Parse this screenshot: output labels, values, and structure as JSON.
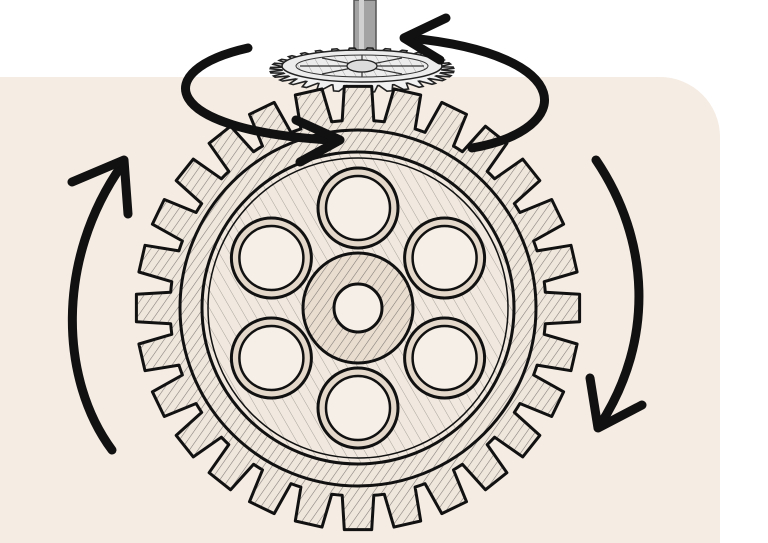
{
  "colors": {
    "background": "#ffffff",
    "panel": "#f5ece3",
    "gear_fill": "#efe6dc",
    "ink": "#111111",
    "shaft": "#9a9a9a",
    "pinion_fill": "#f3f3f3"
  },
  "elements": {
    "main_gear": {
      "teeth": 28,
      "spoke_holes": 6
    },
    "pinion_gear": {
      "teeth": 32
    },
    "arrows": [
      "rotate-left-up-arrow",
      "rotate-right-down-arrow",
      "pinion-rotation-arrow"
    ]
  }
}
